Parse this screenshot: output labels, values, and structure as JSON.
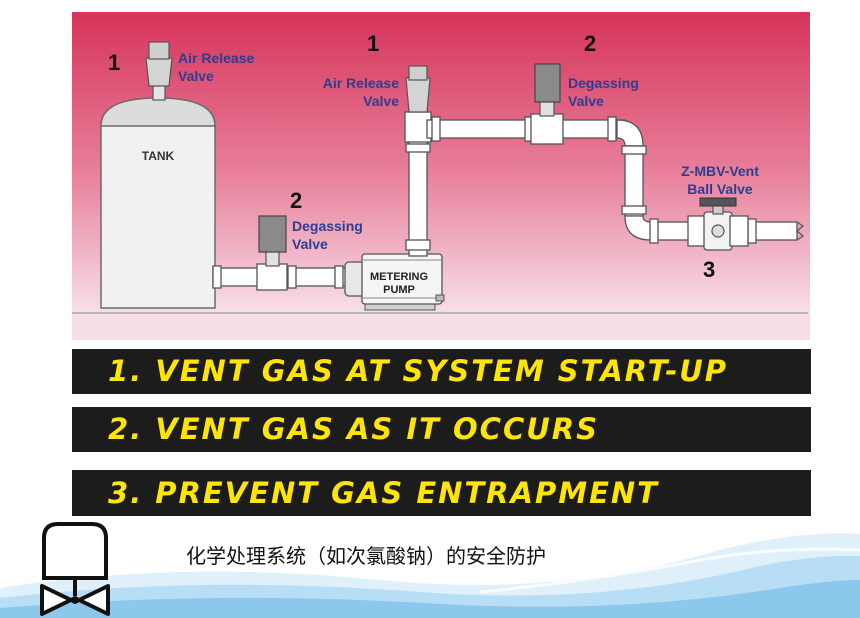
{
  "labels": {
    "tank": "TANK",
    "pump_line1": "METERING",
    "pump_line2": "PUMP",
    "air_release_left": [
      "Air Release",
      "Valve"
    ],
    "air_release_mid": [
      "Air Release",
      "Valve"
    ],
    "degassing_left": [
      "Degassing",
      "Valve"
    ],
    "degassing_right": [
      "Degassing",
      "Valve"
    ],
    "ball_valve": [
      "Z-MBV-Vent",
      "Ball Valve"
    ]
  },
  "numbers": {
    "tank_valve": "1",
    "mid_air_release": "1",
    "top_degassing": "2",
    "low_degassing": "2",
    "ball_valve": "3"
  },
  "banners": [
    "1. VENT GAS AT SYSTEM START-UP",
    "2. VENT GAS AS IT OCCURS",
    "3. PREVENT GAS ENTRAPMENT"
  ],
  "caption": "化学处理系统（如次氯酸钠）的安全防护",
  "colors": {
    "panel_top": "#d6345a",
    "panel_bottom": "#f7dde6",
    "label_blue": "#2d3d8f",
    "banner_bg": "#1c1c1c",
    "banner_text": "#ffe500",
    "pipe": "#ffffff",
    "pipe_outline": "#555555"
  }
}
